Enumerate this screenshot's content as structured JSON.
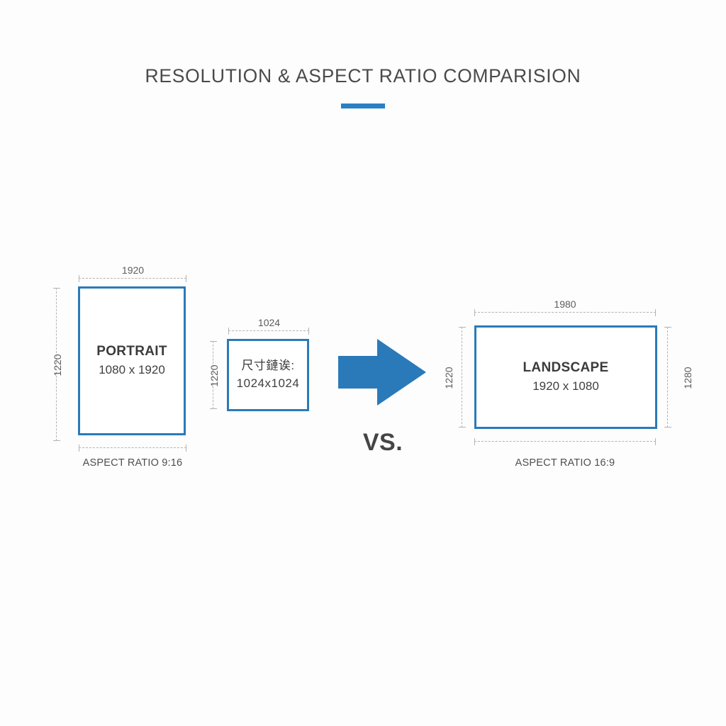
{
  "header": {
    "title": "RESOLUTION & ASPECT RATIO COMPARISION",
    "accent_color": "#2980c4"
  },
  "figures": {
    "portrait": {
      "name": "PORTRAIT",
      "resolution": "1080 x 1920",
      "top_dim": "1920",
      "left_dim": "1220",
      "caption": "ASPECT RATIO 9:16"
    },
    "square": {
      "name": "尺寸鏈诶:",
      "resolution": "1024x1024",
      "top_dim": "1024",
      "left_dim": "1220"
    },
    "landscape": {
      "name": "LANDSCAPE",
      "resolution": "1920 x 1080",
      "top_dim": "1980",
      "left_dim": "1220",
      "right_dim": "1280",
      "caption": "ASPECT RATIO 16:9"
    }
  },
  "compare": {
    "vs_label": "VS.",
    "arrow_color": "#2a7ab9"
  },
  "theme": {
    "background": "#fdfdfd",
    "box_border": "#2a7ab9",
    "dim_line": "#b3b3b3",
    "text": "#3b3b3b"
  }
}
